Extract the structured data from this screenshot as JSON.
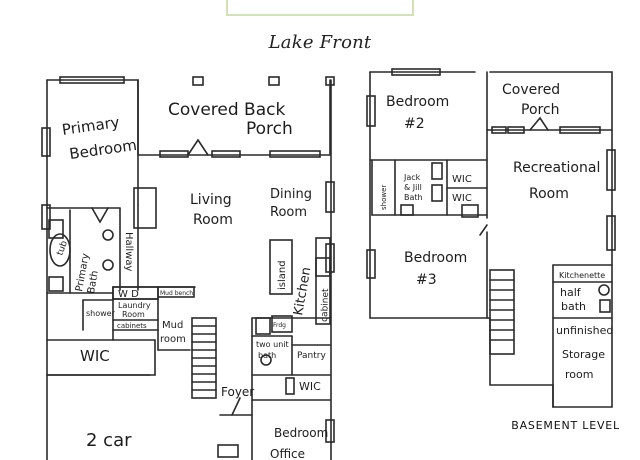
{
  "title": "Lake Front",
  "level_label": "BASEMENT LEVEL",
  "main_floor": {
    "rooms": [
      {
        "id": "primary-bedroom",
        "lines": [
          "Primary",
          "Bedroom"
        ]
      },
      {
        "id": "covered-back-porch",
        "lines": [
          "Covered Back",
          "Porch"
        ]
      },
      {
        "id": "living-room",
        "lines": [
          "Living",
          "Room"
        ]
      },
      {
        "id": "dining-room",
        "lines": [
          "Dining",
          "Room"
        ]
      },
      {
        "id": "primary-bath",
        "lines": [
          "Primary",
          "Bath"
        ]
      },
      {
        "id": "hallway",
        "lines": [
          "Hallway"
        ]
      },
      {
        "id": "tub",
        "lines": [
          "tub"
        ]
      },
      {
        "id": "wd",
        "lines": [
          "W D"
        ]
      },
      {
        "id": "mud-bench",
        "lines": [
          "Mud bench"
        ]
      },
      {
        "id": "laundry",
        "lines": [
          "Laundry",
          "Room"
        ]
      },
      {
        "id": "cabinets",
        "lines": [
          "cabinets"
        ]
      },
      {
        "id": "shower",
        "lines": [
          "shower"
        ]
      },
      {
        "id": "mud-room",
        "lines": [
          "Mud",
          "room"
        ]
      },
      {
        "id": "wic-main",
        "lines": [
          "WIC"
        ]
      },
      {
        "id": "island",
        "lines": [
          "island"
        ]
      },
      {
        "id": "kitchen",
        "lines": [
          "Kitchen"
        ]
      },
      {
        "id": "cabinet",
        "lines": [
          "cabinet"
        ]
      },
      {
        "id": "frdg",
        "lines": [
          "Frdg"
        ]
      },
      {
        "id": "two-unit-bath",
        "lines": [
          "two unit",
          "bath"
        ]
      },
      {
        "id": "pantry",
        "lines": [
          "Pantry"
        ]
      },
      {
        "id": "foyer",
        "lines": [
          "Foyer"
        ]
      },
      {
        "id": "wic-office",
        "lines": [
          "WIC"
        ]
      },
      {
        "id": "bedroom-office",
        "lines": [
          "Bedroom",
          "Office"
        ]
      },
      {
        "id": "garage",
        "lines": [
          "2 car"
        ]
      }
    ]
  },
  "basement": {
    "rooms": [
      {
        "id": "bedroom-2",
        "lines": [
          "Bedroom",
          "#2"
        ]
      },
      {
        "id": "covered-porch",
        "lines": [
          "Covered",
          "Porch"
        ]
      },
      {
        "id": "recreational-room",
        "lines": [
          "Recreational",
          "Room"
        ]
      },
      {
        "id": "jack-jill-bath",
        "lines": [
          "Jack",
          "& Jill",
          "Bath"
        ]
      },
      {
        "id": "wic-b1",
        "lines": [
          "WIC"
        ]
      },
      {
        "id": "wic-b2",
        "lines": [
          "WIC"
        ]
      },
      {
        "id": "shower-b",
        "lines": [
          "shower"
        ]
      },
      {
        "id": "bedroom-3",
        "lines": [
          "Bedroom",
          "#3"
        ]
      },
      {
        "id": "kitchenette",
        "lines": [
          "Kitchenette"
        ]
      },
      {
        "id": "half-bath",
        "lines": [
          "half",
          "bath"
        ]
      },
      {
        "id": "unfinished-storage",
        "lines": [
          "unfinished",
          "Storage",
          "room"
        ]
      }
    ]
  }
}
